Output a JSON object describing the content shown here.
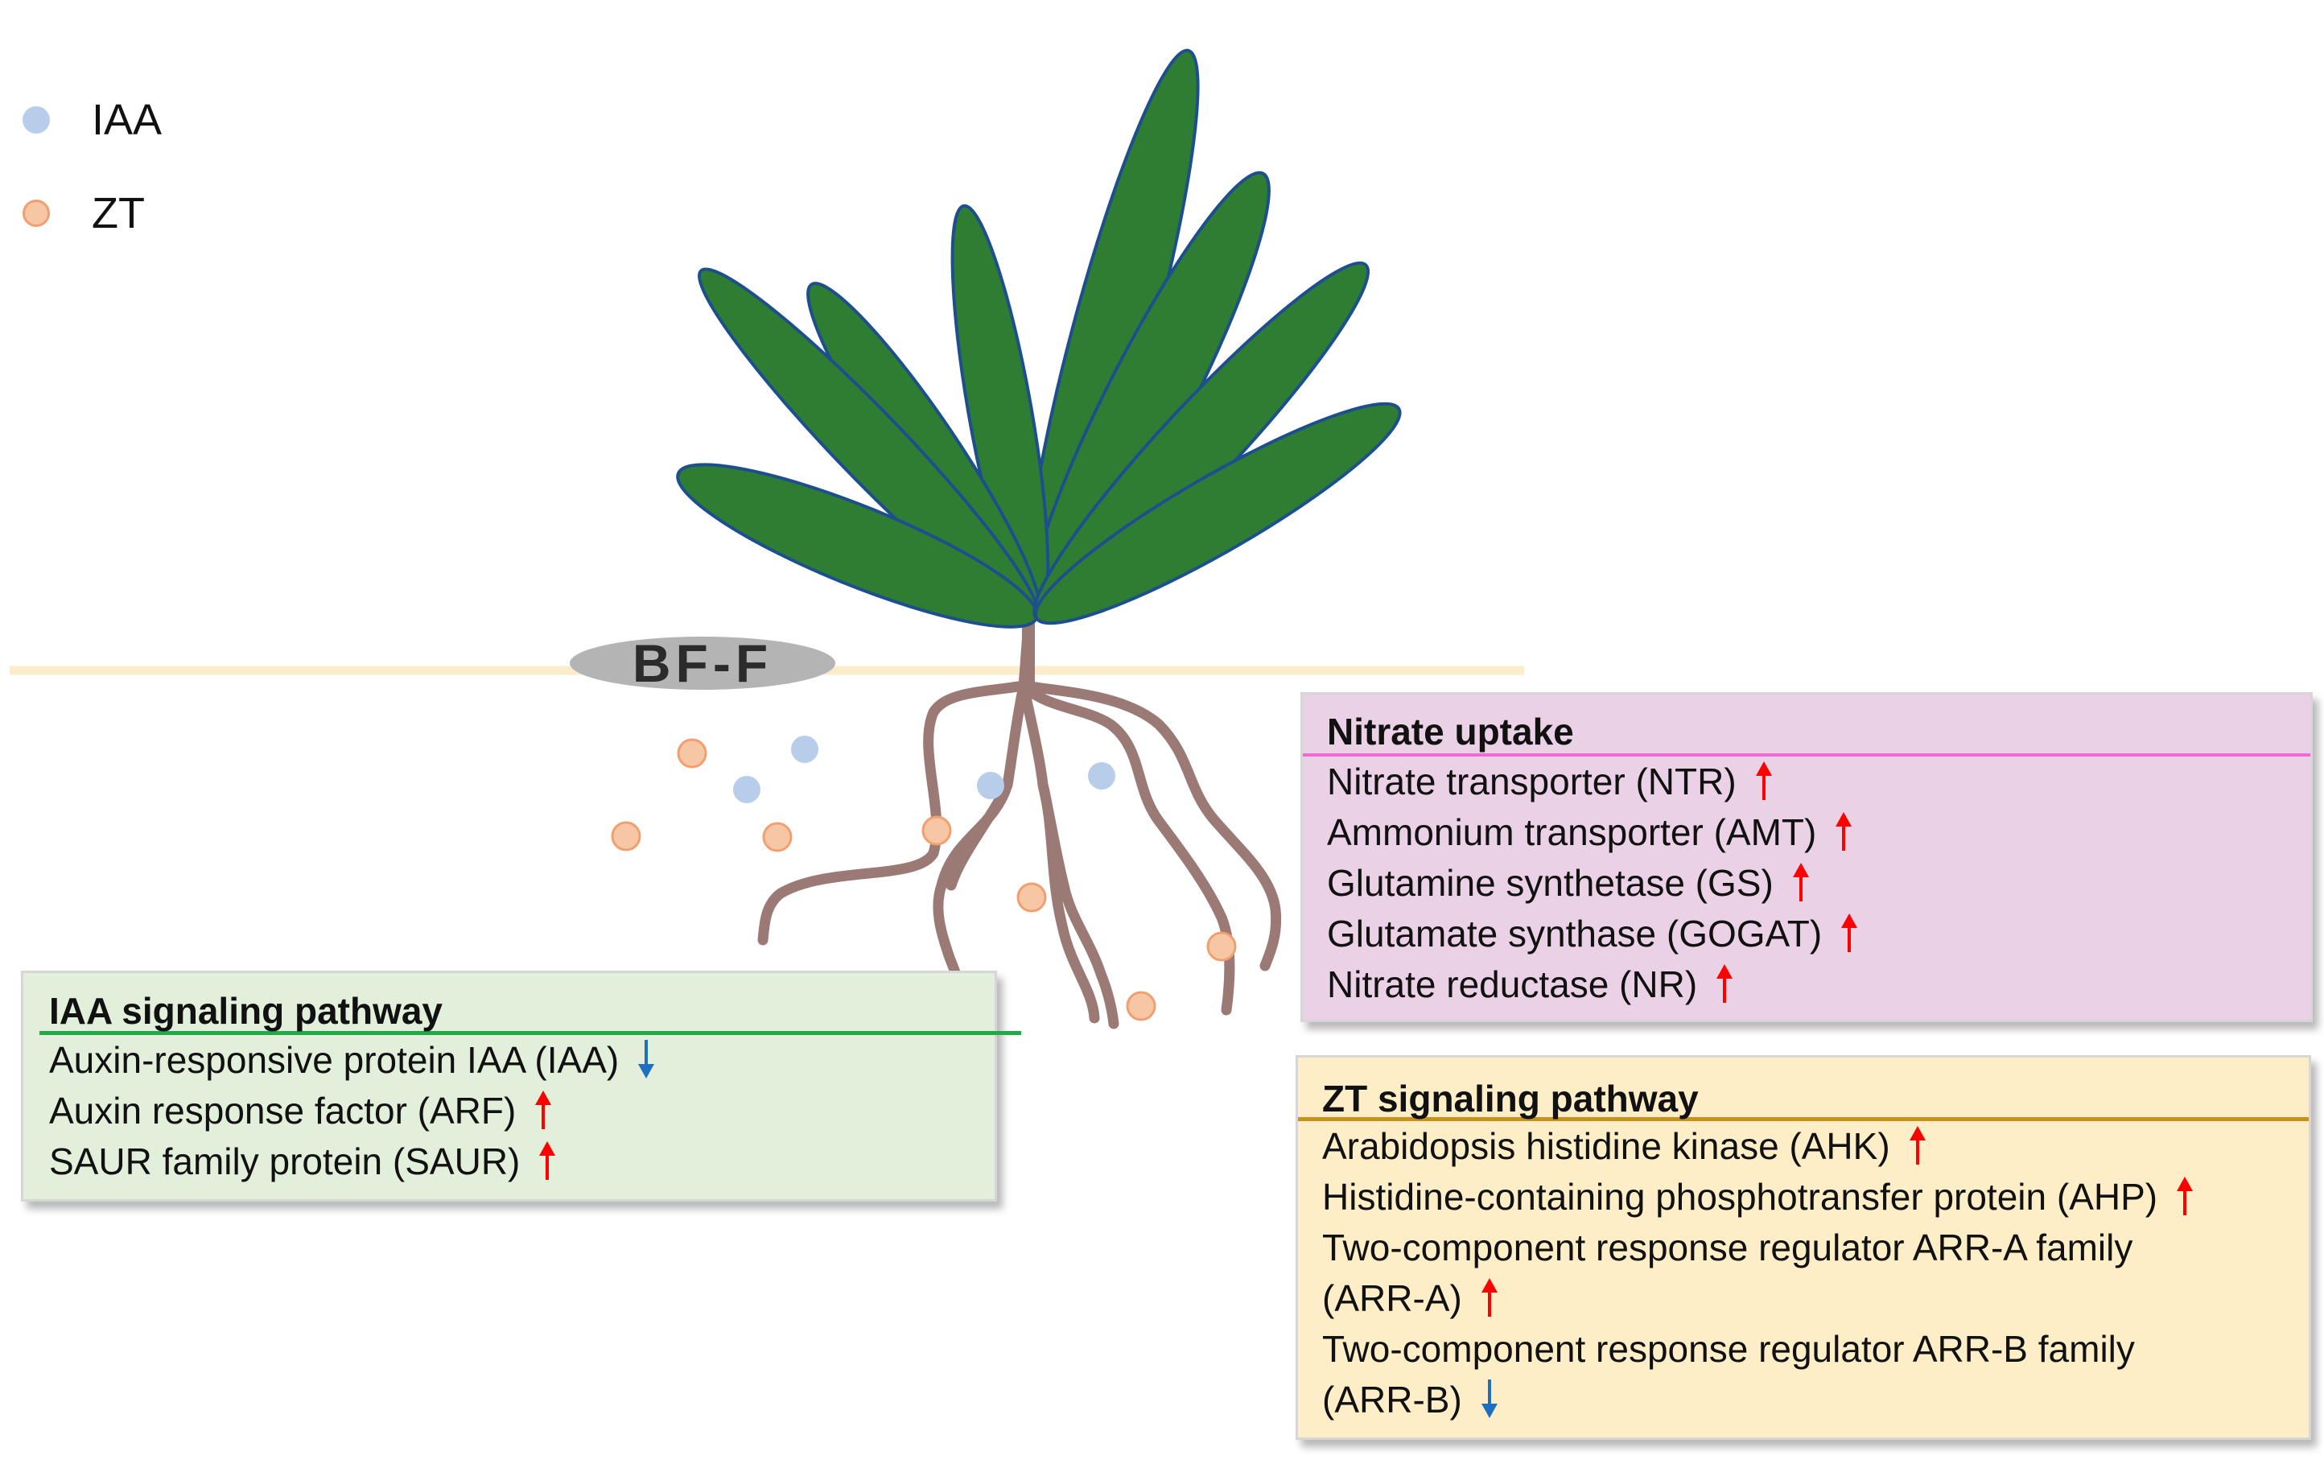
{
  "legend": [
    {
      "label": "IAA",
      "color": "#b7cdea"
    },
    {
      "label": "ZT",
      "color": "#f7c6a5"
    }
  ],
  "soil_tag": "BF-F",
  "colors": {
    "leaf": "#2e7d32",
    "leaf_outline": "#1d4f8f",
    "root": "#9b7a76",
    "soil_line": "#fbeccb",
    "arrow_up": "#ff0000",
    "arrow_down": "#1f6fbf"
  },
  "boxes": {
    "iaa": {
      "title": "IAA signaling pathway",
      "accent": "#22a94a",
      "items": [
        {
          "text": "Auxin-responsive protein IAA  (IAA)",
          "arrow": "down"
        },
        {
          "text": "Auxin response factor  (ARF)",
          "arrow": "up"
        },
        {
          "text": "SAUR family protein (SAUR)",
          "arrow": "up"
        }
      ]
    },
    "nitrate": {
      "title": "Nitrate uptake",
      "accent": "#f06bd6",
      "items": [
        {
          "text": "Nitrate transporter (NTR)",
          "arrow": "up"
        },
        {
          "text": "Ammonium transporter (AMT)",
          "arrow": "up"
        },
        {
          "text": "Glutamine synthetase (GS)",
          "arrow": "up"
        },
        {
          "text": "Glutamate synthase (GOGAT)",
          "arrow": "up"
        },
        {
          "text": "Nitrate reductase (NR)",
          "arrow": "up"
        }
      ]
    },
    "zt": {
      "title": "ZT signaling pathway",
      "accent": "#c8901c",
      "items": [
        {
          "text": "Arabidopsis histidine kinase (AHK)",
          "arrow": "up"
        },
        {
          "text": "Histidine-containing phosphotransfer protein (AHP)",
          "arrow": "up"
        },
        {
          "text": "Two-component response regulator ARR-A family",
          "arrow": ""
        },
        {
          "text": "(ARR-A)",
          "arrow": "up"
        },
        {
          "text": "Two-component response regulator ARR-B family",
          "arrow": ""
        },
        {
          "text": "(ARR-B)",
          "arrow": "down"
        }
      ]
    }
  }
}
